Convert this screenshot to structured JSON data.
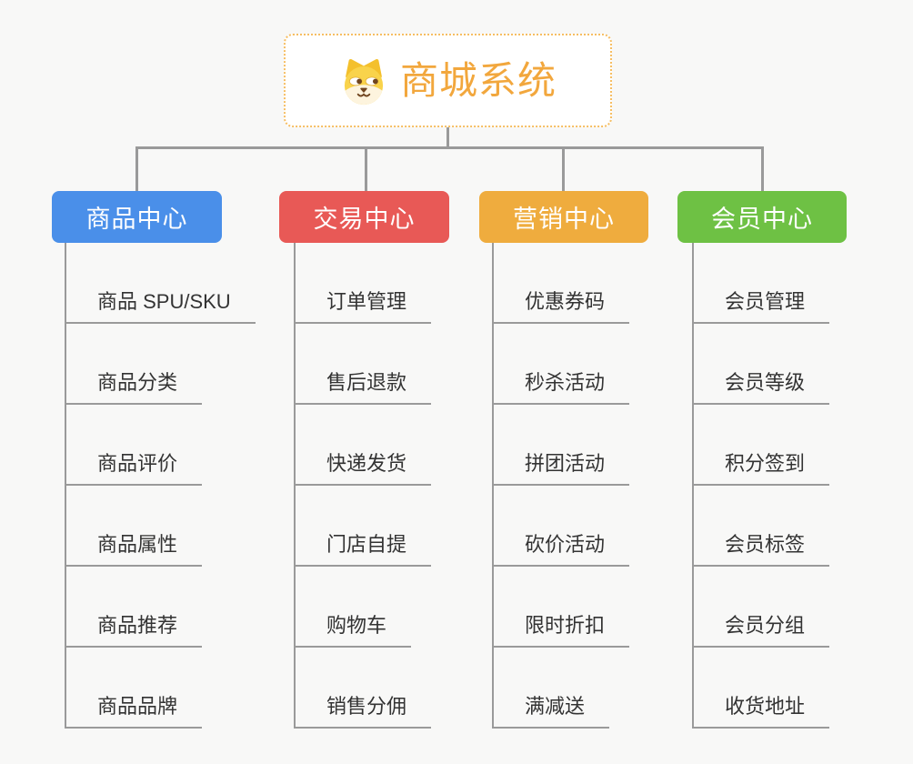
{
  "root": {
    "title": "商城系统",
    "icon": "dog-face-icon",
    "accent_color": "#f2a73d",
    "border_color": "#f6be63"
  },
  "colors": {
    "background": "#f8f8f7",
    "connector": "#9a9a9a",
    "leaf_text": "#333333"
  },
  "branches": [
    {
      "label": "商品中心",
      "color": "#4a8fe9",
      "children": [
        "商品 SPU/SKU",
        "商品分类",
        "商品评价",
        "商品属性",
        "商品推荐",
        "商品品牌"
      ]
    },
    {
      "label": "交易中心",
      "color": "#e85956",
      "children": [
        "订单管理",
        "售后退款",
        "快递发货",
        "门店自提",
        "购物车",
        "销售分佣"
      ]
    },
    {
      "label": "营销中心",
      "color": "#efac3e",
      "children": [
        "优惠券码",
        "秒杀活动",
        "拼团活动",
        "砍价活动",
        "限时折扣",
        "满减送"
      ]
    },
    {
      "label": "会员中心",
      "color": "#6ec144",
      "children": [
        "会员管理",
        "会员等级",
        "积分签到",
        "会员标签",
        "会员分组",
        "收货地址"
      ]
    }
  ]
}
